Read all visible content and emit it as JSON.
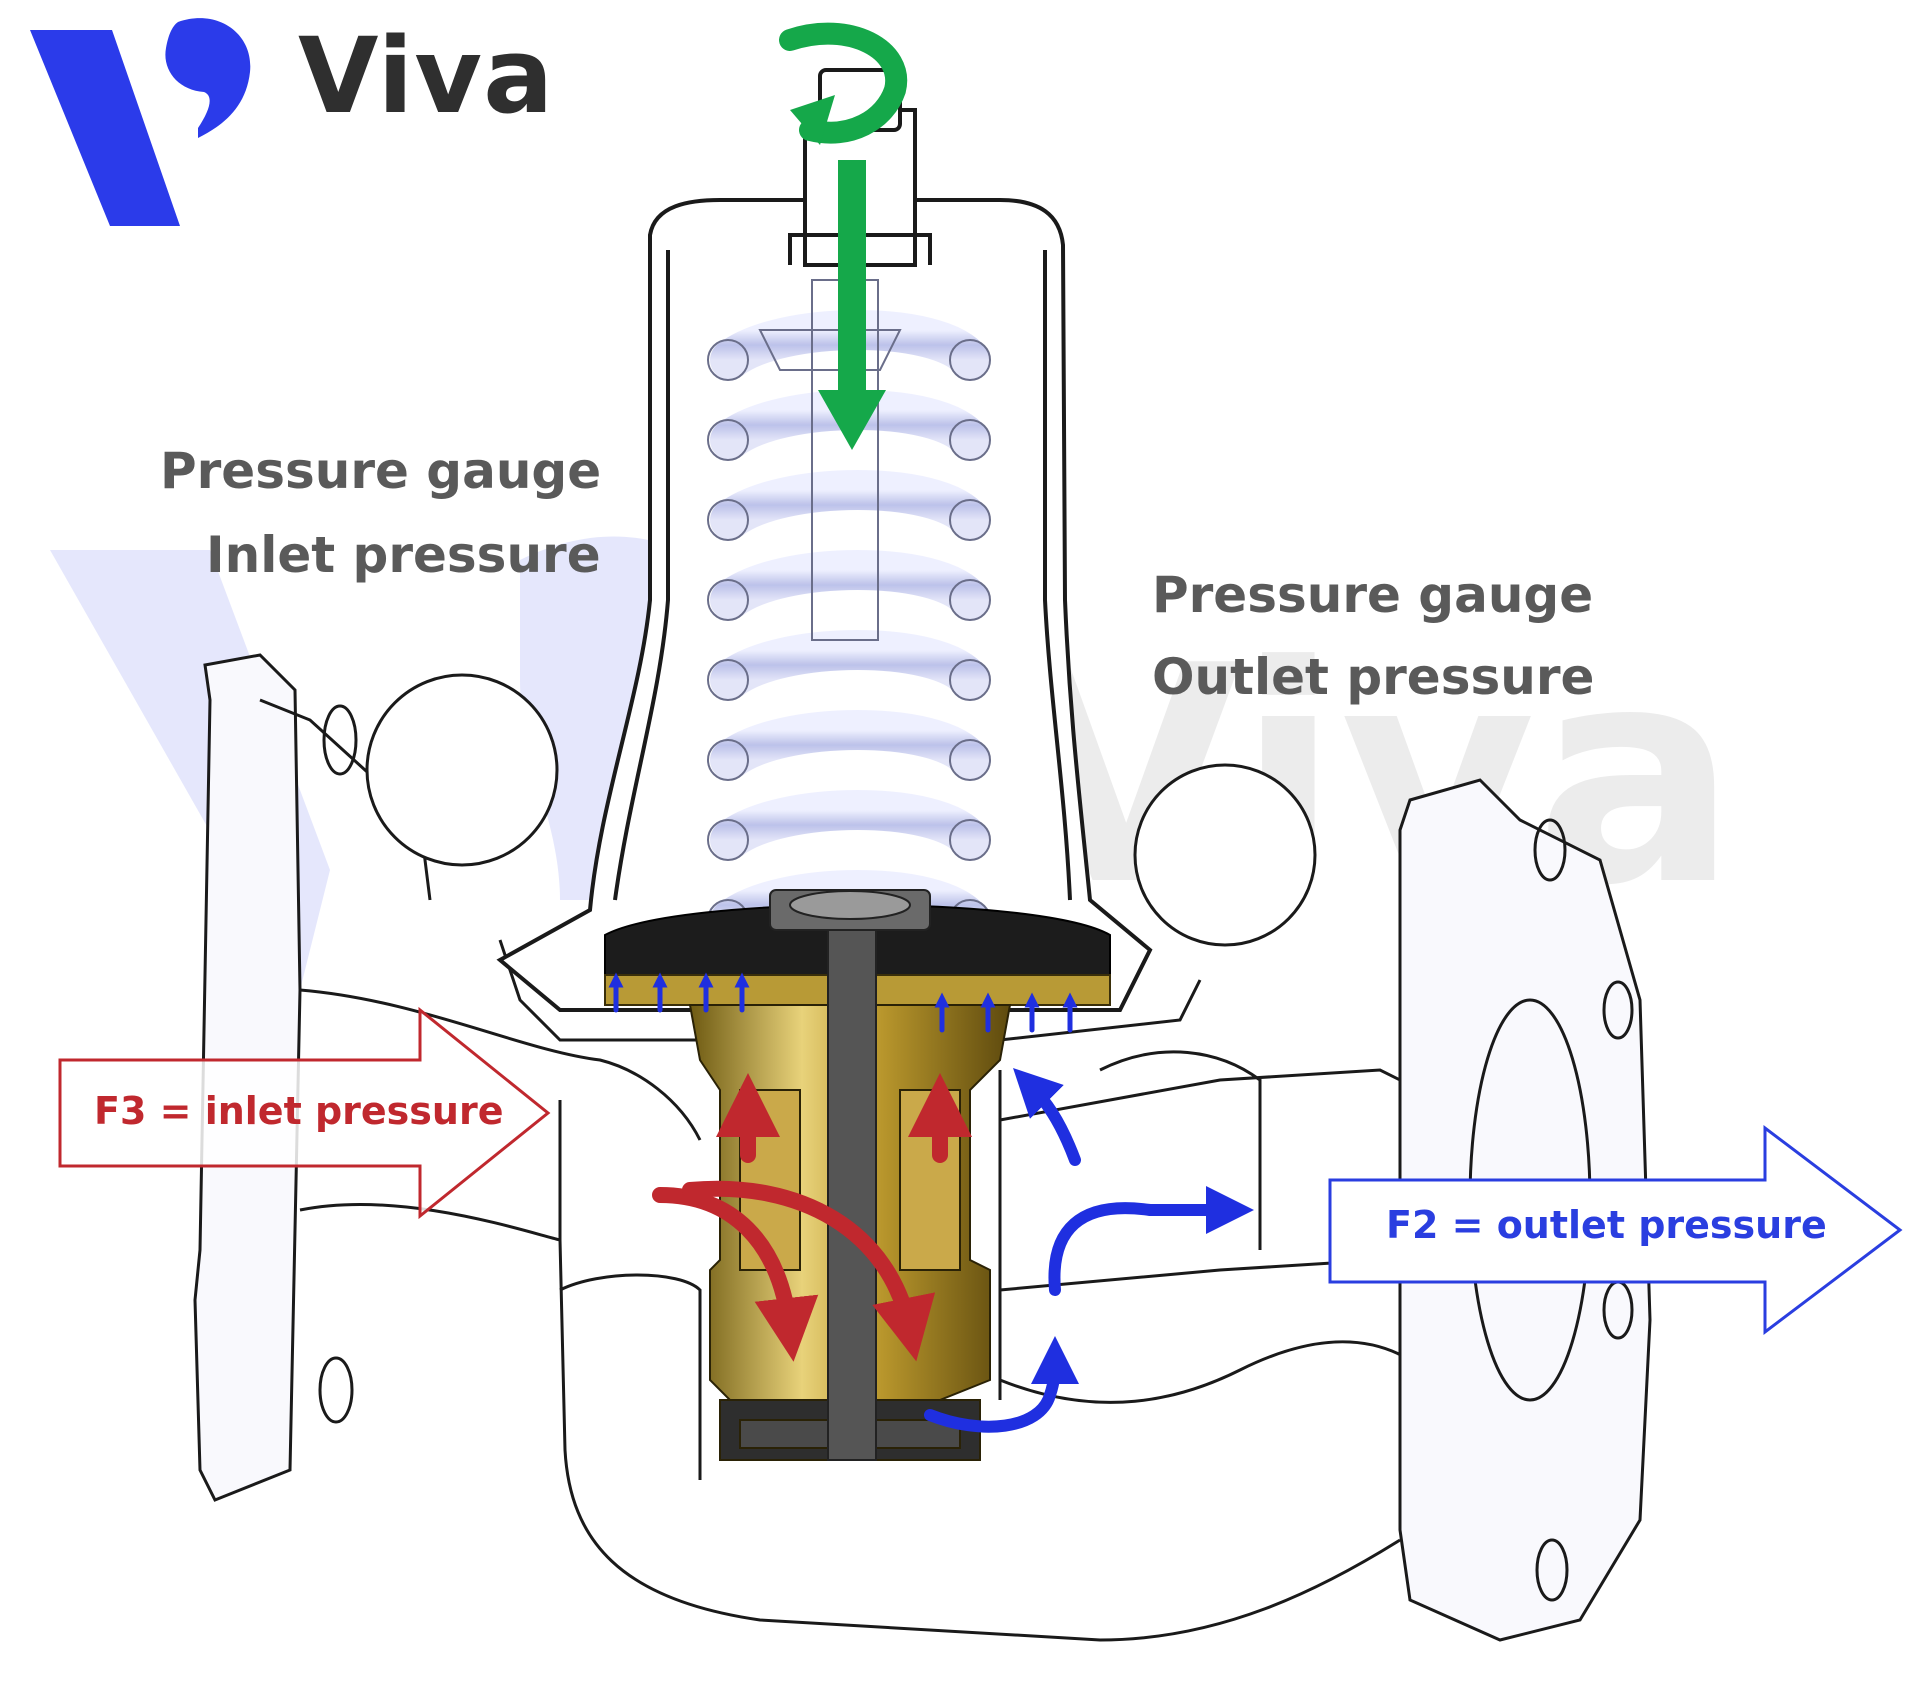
{
  "brand": {
    "name": "Viva",
    "color": "#2b3bea",
    "watermark": "Viva"
  },
  "labels": {
    "inlet_gauge_title": "Pressure  gauge",
    "inlet_gauge_sub": "Inlet pressure",
    "outlet_gauge_title": "Pressure  gauge",
    "outlet_gauge_sub": "Outlet pressure",
    "f3": "F3 = inlet pressure",
    "f2": "F2 = outlet pressure"
  },
  "colors": {
    "inlet_arrow": "#c0282e",
    "outlet_arrow": "#2a3ee0",
    "adjust_arrow": "#15a84a",
    "spring": "#b8bde8",
    "brass": "#b89a36",
    "body_outline": "#1a1a1a",
    "stem": "#555555"
  },
  "icons": [
    "viva-logo-icon",
    "adjustment-rotation-arrow-icon",
    "compression-arrow-icon"
  ]
}
